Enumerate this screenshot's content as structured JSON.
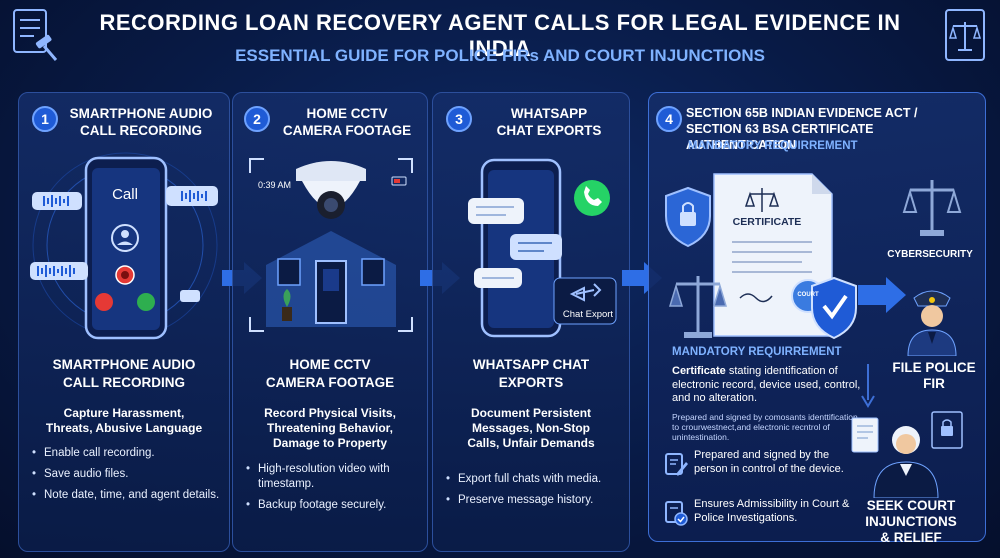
{
  "header": {
    "title": "RECORDING LOAN RECOVERY AGENT CALLS FOR LEGAL EVIDENCE IN INDIA",
    "subtitle": "ESSENTIAL GUIDE FOR POLICE FIRs AND COURT INJUNCTIONS"
  },
  "steps": [
    {
      "number": "1",
      "title_line1": "SMARTPHONE AUDIO",
      "title_line2": "CALL RECORDING",
      "screen_label": "Call",
      "mid_line1": "SMARTPHONE AUDIO",
      "mid_line2": "CALL RECORDING",
      "sub_line1": "Capture Harassment,",
      "sub_line2": "Threats, Abusive Language",
      "bullets": [
        "Enable call recording.",
        "Save audio files.",
        "Note date, time, and agent details."
      ]
    },
    {
      "number": "2",
      "title_line1": "HOME CCTV",
      "title_line2": "CAMERA FOOTAGE",
      "time_label": "0:39 AM",
      "mid_line1": "HOME CCTV",
      "mid_line2": "CAMERA FOOTAGE",
      "sub_line1": "Record Physical Visits,",
      "sub_line2": "Threatening Behavior,",
      "sub_line3": "Damage to Property",
      "bullets": [
        "High-resolution video with timestamp.",
        "Backup footage securely."
      ]
    },
    {
      "number": "3",
      "title_line1": "WHATSAPP",
      "title_line2": "CHAT EXPORTS",
      "export_label": "Chat Export",
      "mid_line1": "WHATSAPP CHAT",
      "mid_line2": "EXPORTS",
      "sub_line1": "Document Persistent",
      "sub_line2": "Messages, Non-Stop",
      "sub_line3": "Calls, Unfair Demands",
      "bullets": [
        "Export full chats with media.",
        "Preserve message history."
      ]
    },
    {
      "number": "4",
      "title_line1": "SECTION 65B INDIAN EVIDENCE ACT /",
      "title_line2": "SECTION 63 BSA CERTIFICATE AUTHENTICATION",
      "mandatory_top": "MANDATORY REQUIRREMENT",
      "certificate_label": "CERTIFICATE",
      "seal_label": "COURT",
      "cybersecurity_label": "CYBERSECURITY",
      "mandatory_mid": "MANDATORY REQUIRREMENT",
      "cert_bold": "Certificate",
      "cert_desc": " stating identification of electronic record, device used, control, and no alteration.",
      "fine_print": "Prepared and signed by comosants identtification to crourwestnect,and electronic recntrol of unintestination.",
      "prepared_text": "Prepared and signed by the person in control of the device.",
      "ensures_text": "Ensures Admissibility in Court & Police Investigations."
    }
  ],
  "outcomes": {
    "fir_line1": "FILE POLICE",
    "fir_line2": "FIR",
    "court_line1": "SEEK COURT",
    "court_line2": "INJUNCTIONS",
    "court_line3": "& RELIEF"
  },
  "colors": {
    "accent": "#7fb2ff",
    "background": "#081a45",
    "whatsapp": "#25d366",
    "record_red": "#e53935"
  }
}
